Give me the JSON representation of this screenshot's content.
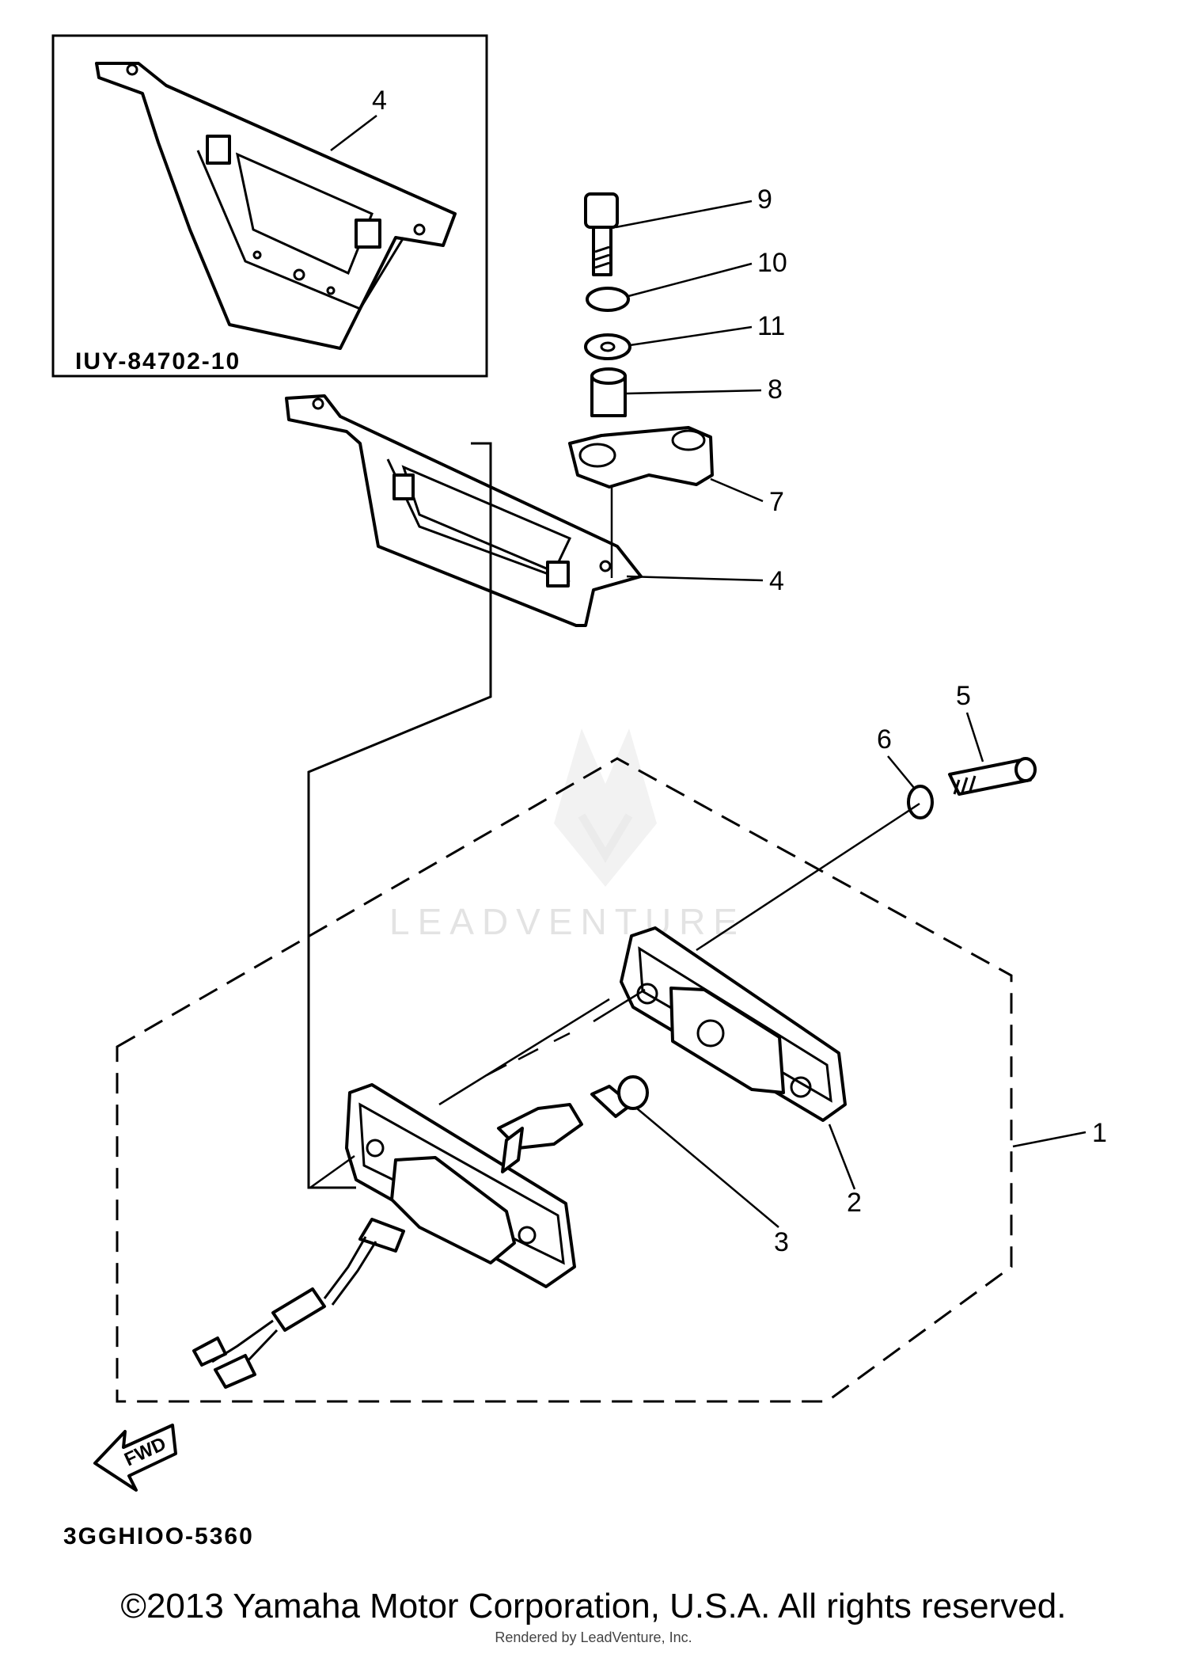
{
  "inset": {
    "part_code": "IUY-84702-10",
    "callout": "4"
  },
  "callouts": [
    "1",
    "2",
    "3",
    "4",
    "5",
    "6",
    "7",
    "8",
    "9",
    "10",
    "11"
  ],
  "diagram_code": "3GGHIOO-5360",
  "direction_label": "FWD",
  "watermark": "LEADVENTURE",
  "copyright": "©2013 Yamaha Motor Corporation, U.S.A. All rights reserved.",
  "rendered_by": "Rendered by LeadVenture, Inc."
}
